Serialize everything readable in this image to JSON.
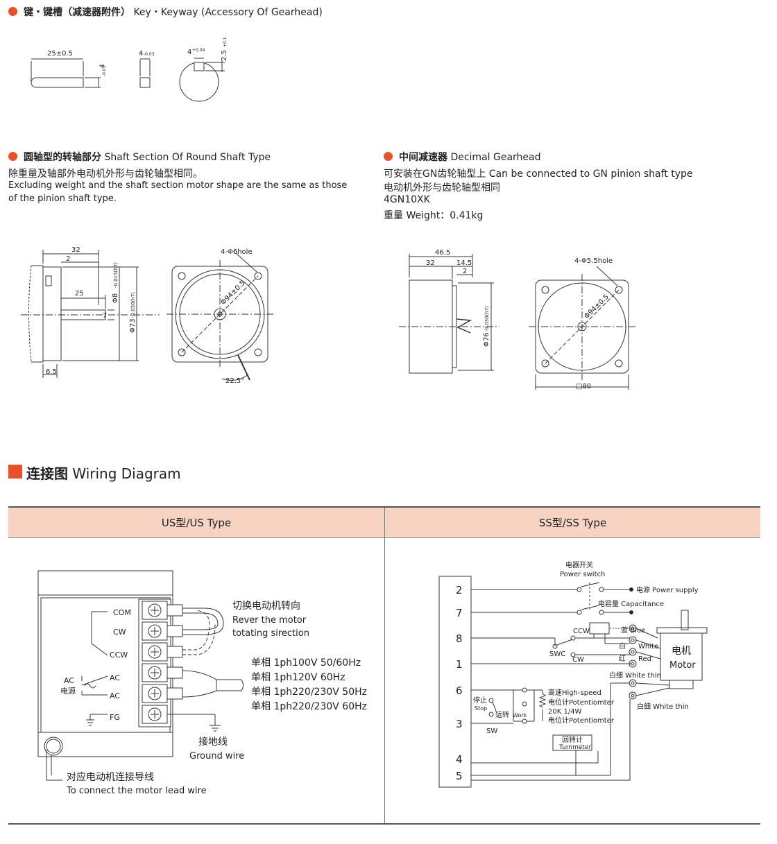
{
  "key_section": {
    "title_cn": "键・键槽（减速器附件）",
    "title_en": "Key・Keyway (Accessory Of Gearhead)",
    "dims": {
      "key_length": "25±0.5",
      "key_h": "4",
      "key_h_tol": "-0.03",
      "key_w": "4",
      "key_w_tol": "-0.03",
      "slot_w": "4",
      "slot_w_tol": "+0.04",
      "slot_d": "2.5",
      "slot_d_tol": "+0.1"
    }
  },
  "shaft_section": {
    "title_cn": "圆轴型的转轴部分",
    "title_en": "Shaft Section Of Round Shaft Type",
    "desc_cn": "除重量及轴部外电动机外形与齿轮轴型相同。",
    "desc_en1": "Excluding weight and the shaft section motor shape are the same as those",
    "desc_en2": "of the pinion shaft type.",
    "dims": {
      "d32": "32",
      "d2": "2",
      "d25": "25",
      "d7": "7",
      "d65": "6.5",
      "phi8": "Φ8",
      "phi8_tol": "-0.015(h7)",
      "phi73": "Φ73",
      "phi73_tol": "-0.030(h7)",
      "holes": "4-Φ6hole",
      "pcd": "Φ94±0.5",
      "angle": "22.5°"
    }
  },
  "gearhead_section": {
    "title_cn": "中间减速器",
    "title_en": "Decimal Gearhead",
    "line1": "可安装在GN齿轮轴型上 Can be connected to GN pinion shaft type",
    "line2": "电动机外形与齿轮轴型相同",
    "line3": "4GN10XK",
    "line4": "重量 Weight：0.41kg",
    "dims": {
      "d465": "46.5",
      "d32": "32",
      "d145": "14.5",
      "d2": "2",
      "phi76": "Φ76",
      "phi76_tol": "-0.030(h7)",
      "holes": "4-Φ5.5hole",
      "pcd": "Φ94±0.5",
      "square": "□80"
    }
  },
  "wiring": {
    "title_cn": "连接图",
    "title_en": "Wiring Diagram",
    "us_header": "US型/US Type",
    "ss_header": "SS型/SS Type",
    "us": {
      "terminals": [
        "COM",
        "CW",
        "CCW",
        "AC",
        "AC",
        "FG"
      ],
      "ac_label1": "AC",
      "ac_label2": "电源",
      "switch_cn": "切换电动机转向",
      "switch_en1": "Rever the motor",
      "switch_en2": "totating sirection",
      "power": [
        "单相 1ph100V  50/60Hz",
        "单相 1ph120V  60Hz",
        "单相 1ph220/230V  50Hz",
        "单相 1ph220/230V  60Hz"
      ],
      "ground_cn": "接地线",
      "ground_en": "Ground wire",
      "lead_cn": "对应电动机连接导线",
      "lead_en": "To connect the motor lead wire"
    },
    "ss": {
      "terminals": [
        "2",
        "7",
        "8",
        "1",
        "6",
        "3",
        "4",
        "5"
      ],
      "power_switch_cn": "电器开关",
      "power_switch_en": "Power switch",
      "power_supply": "电源 Power supply",
      "capacitance": "电容量 Capacitance",
      "ccw": "CCW",
      "cw": "CW",
      "swc": "SWC",
      "blue": "蓝 Blue",
      "white_cn": "白",
      "white_en": "White",
      "red_cn": "红",
      "red_en": "Red",
      "motor_cn": "电机",
      "motor_en": "Motor",
      "white_thin1": "白细 White thin",
      "white_thin2": "白细 White thin",
      "stop_cn": "停止",
      "stop_en": "Stop",
      "work_cn": "运转",
      "work_en": "Work",
      "sw": "SW",
      "pot1": "高速High-speed",
      "pot2": "电位计Potentiomter",
      "pot3": "20K  1/4W",
      "pot4": "电位计Potentiomter",
      "turnmeter_cn": "回转计",
      "turnmeter_en": "Turnmeter"
    }
  }
}
